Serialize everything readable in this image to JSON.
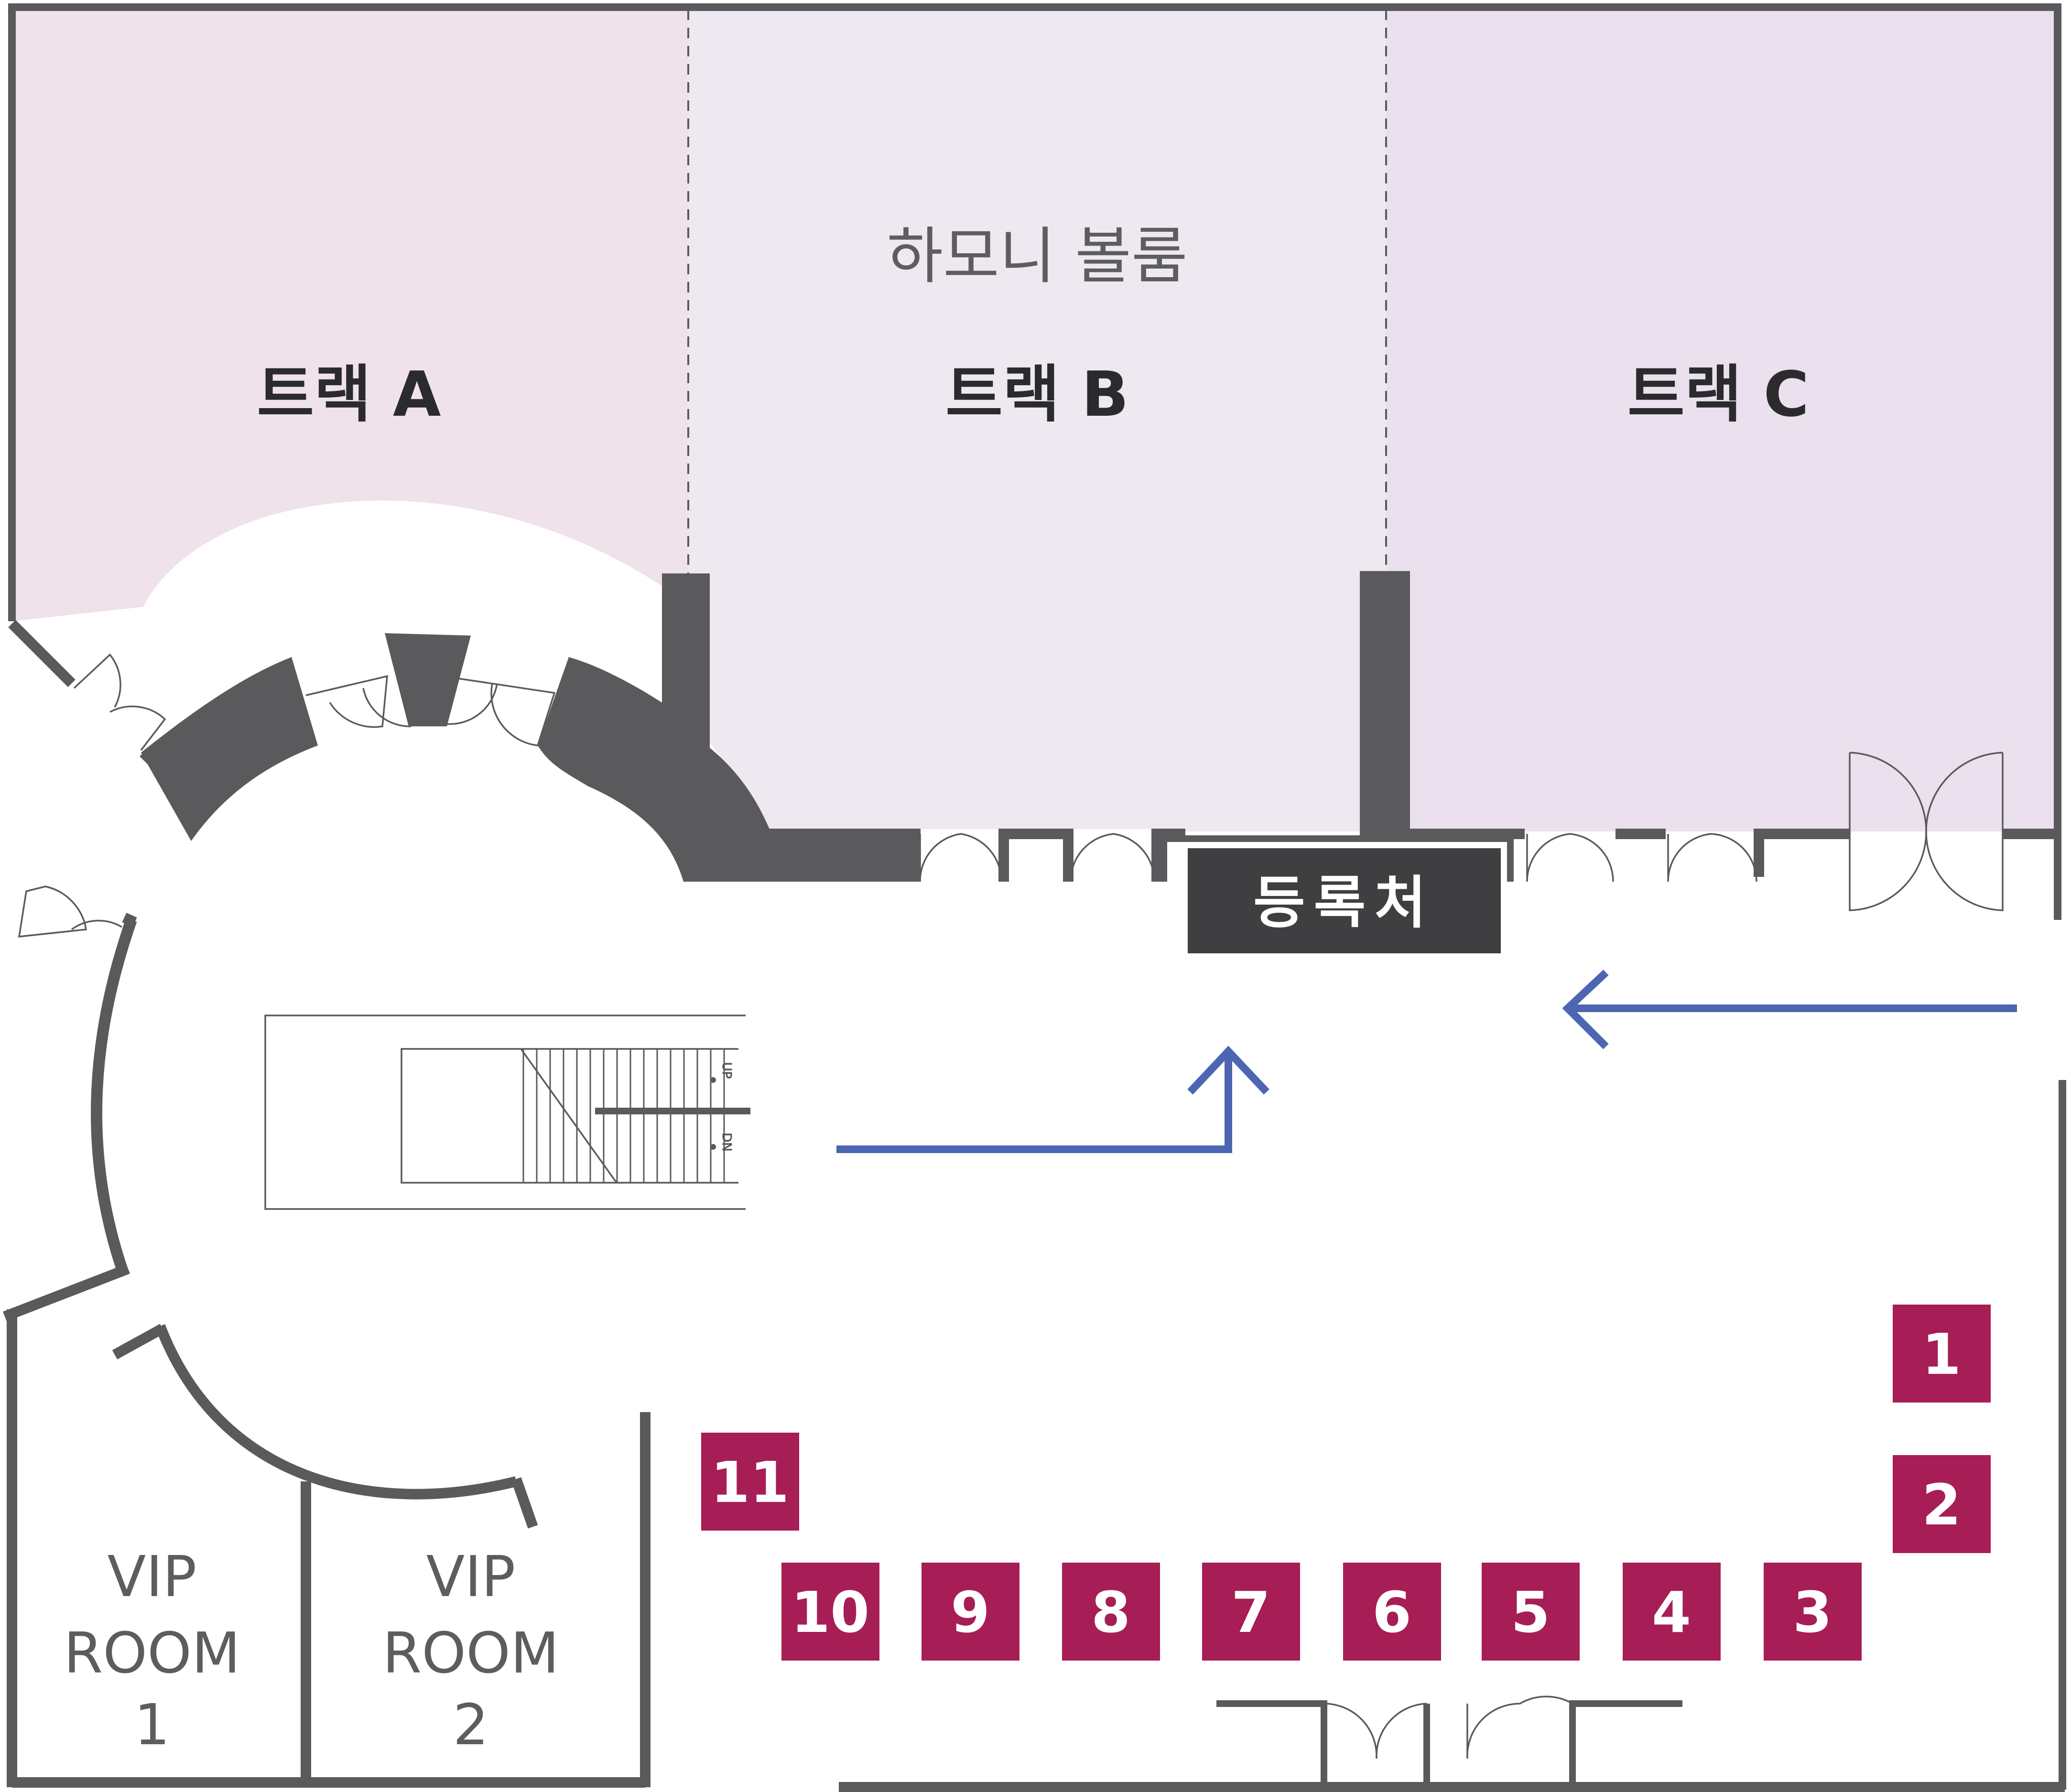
{
  "hall": {
    "name": "하모니 볼룸"
  },
  "tracks": [
    {
      "id": "a",
      "label": "트랙 A"
    },
    {
      "id": "b",
      "label": "트랙 B"
    },
    {
      "id": "c",
      "label": "트랙 C"
    }
  ],
  "registration": {
    "label": "등록처"
  },
  "stairs": {
    "up": "UP",
    "down": "DN"
  },
  "vip_rooms": [
    {
      "id": "1",
      "line1": "VIP",
      "line2": "ROOM",
      "line3": "1"
    },
    {
      "id": "2",
      "line1": "VIP",
      "line2": "ROOM",
      "line3": "2"
    }
  ],
  "booths": [
    {
      "label": "1"
    },
    {
      "label": "2"
    },
    {
      "label": "3"
    },
    {
      "label": "4"
    },
    {
      "label": "5"
    },
    {
      "label": "6"
    },
    {
      "label": "7"
    },
    {
      "label": "8"
    },
    {
      "label": "9"
    },
    {
      "label": "10"
    },
    {
      "label": "11"
    }
  ],
  "colors": {
    "track_a": "#efe2ea",
    "track_b": "#eee9f0",
    "track_c": "#ebe0ee",
    "wall": "#5a5a5c",
    "booth": "#a61e55",
    "registration": "#3f3f42",
    "arrow": "#4d66b1"
  }
}
